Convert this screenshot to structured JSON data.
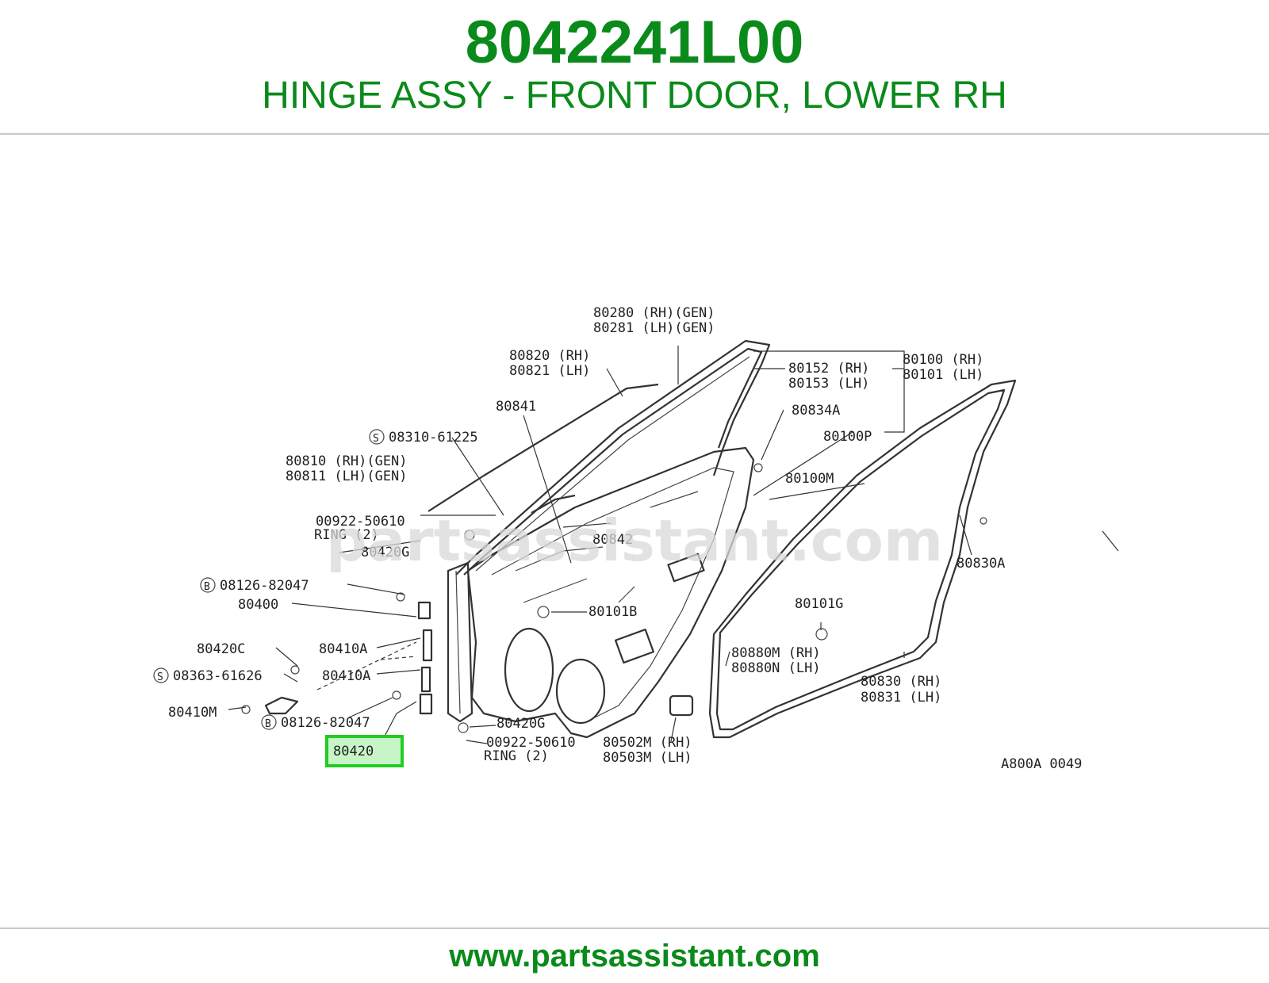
{
  "header": {
    "part_number": "8042241L00",
    "part_title": "HINGE ASSY - FRONT DOOR, LOWER RH"
  },
  "colors": {
    "brand_green": "#0a8a1a",
    "highlight_green": "#22cc22",
    "rule_gray": "#c8c8c8"
  },
  "diagram": {
    "watermark": "partsassistant.com",
    "code": "A800A 0049",
    "highlighted_callout": "80420",
    "callouts": [
      "80280 (RH)(GEN)",
      "80281 (LH)(GEN)",
      "80820 (RH)",
      "80821 (LH)",
      "80152 (RH)",
      "80153 (LH)",
      "80100  (RH)",
      "80101  (LH)",
      "80841",
      "80834A",
      "08310-61225",
      "80100P",
      "80810 (RH)(GEN)",
      "80811  (LH)(GEN)",
      "80100M",
      "00922-50610",
      "RING (2)",
      "80420G",
      "80842",
      "80830A",
      "08126-82047",
      "80400",
      "80101B",
      "80101G",
      "80420C",
      "80410A",
      "80880M (RH)",
      "80880N (LH)",
      "08363-61626",
      "80410A",
      "80830 (RH)",
      "80831 (LH)",
      "80410M",
      "08126-82047",
      "80420G",
      "80420",
      "00922-50610",
      "RING (2)",
      "80502M (RH)",
      "80503M (LH)"
    ]
  },
  "footer": {
    "url": "www.partsassistant.com"
  }
}
